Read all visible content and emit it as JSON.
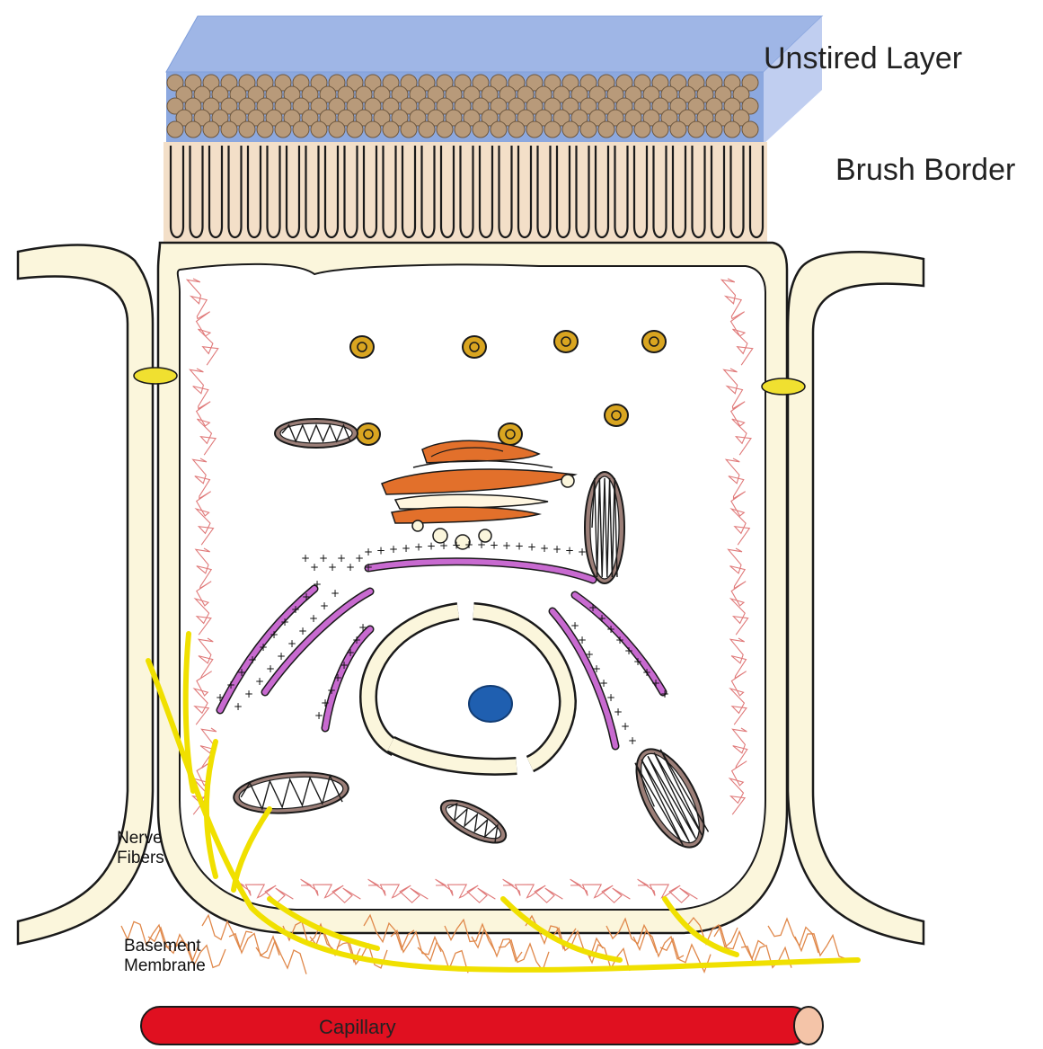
{
  "labels": {
    "unstirred_layer": "Unstired Layer",
    "brush_border": "Brush Border",
    "nerve_fibers_line1": "Nerve",
    "nerve_fibers_line2": "Fibers",
    "basement_membrane_line1": "Basement",
    "basement_membrane_line2": "Membrane",
    "capillary": "Capillary"
  },
  "colors": {
    "unstirred_layer": "#7f9edb",
    "glycocalyx": "#b89a7a",
    "microvilli_fill": "#f3dfc8",
    "cell_membrane": "#fbf6dc",
    "outline": "#1a1a1a",
    "cytoskeleton": "#e07a7a",
    "mitochondria": "#9c7f78",
    "golgi": "#e2702b",
    "er": "#c86ad0",
    "ribosome": "#111111",
    "nucleolus": "#1f5fb0",
    "nerve": "#f0e000",
    "basement": "#e0884a",
    "capillary": "#e01020",
    "capillary_end": "#f4c4a8",
    "vesicle": "#d9a520",
    "junction": "#f0e030"
  }
}
